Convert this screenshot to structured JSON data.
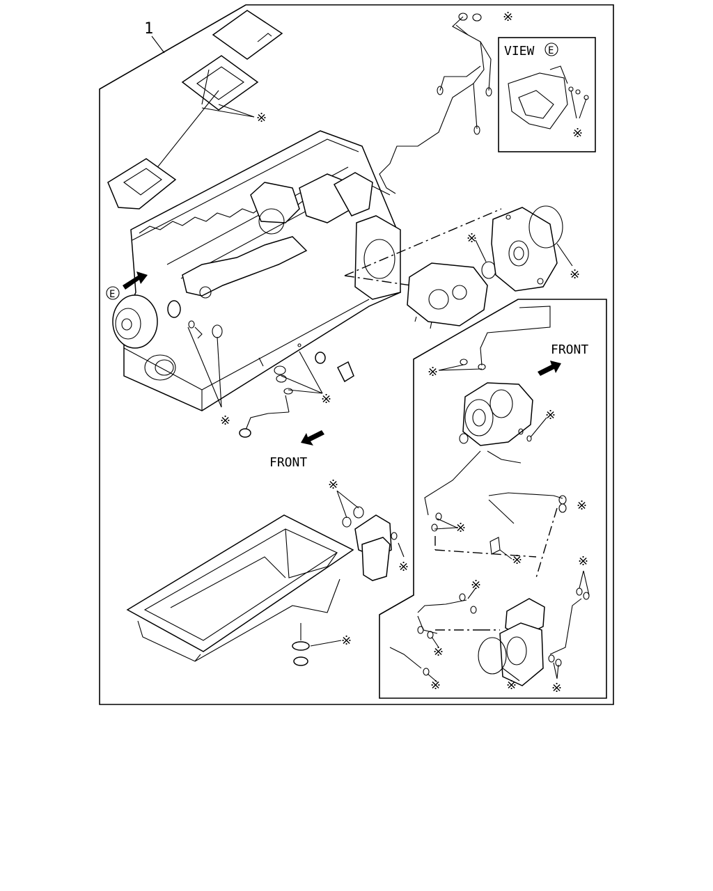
{
  "item_number": "1",
  "front_label_main": "FRONT",
  "front_label_inset": "FRONT",
  "view_label": "VIEW",
  "view_letter": "E",
  "view_marker_letter": "E",
  "asterisk_mark": "※"
}
